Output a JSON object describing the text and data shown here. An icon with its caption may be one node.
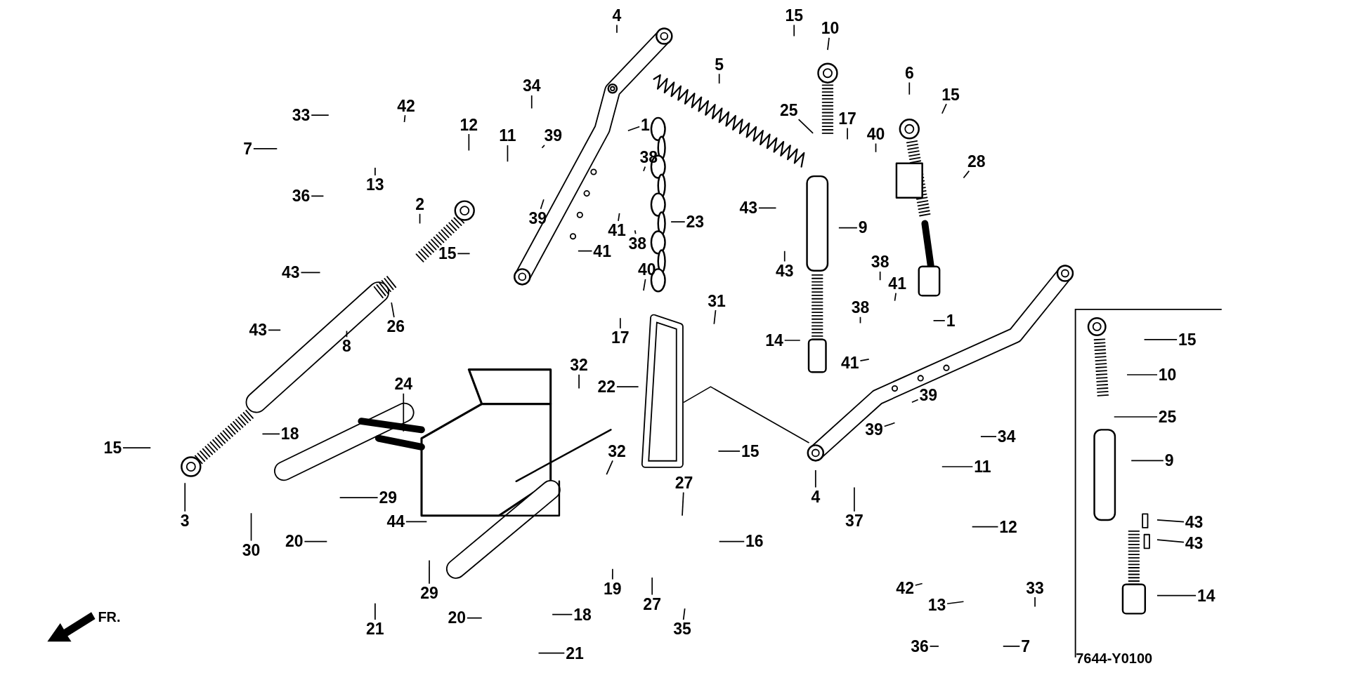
{
  "diagram": {
    "nodes": [
      {
        "text": [
          "4"
        ]
      },
      {
        "text": [
          "15"
        ]
      },
      {
        "text": [
          "10"
        ]
      },
      {
        "text": [
          "5"
        ]
      },
      {
        "text": [
          "6"
        ]
      },
      {
        "text": [
          "34"
        ]
      },
      {
        "text": [
          "15"
        ]
      },
      {
        "text": [
          "42"
        ]
      },
      {
        "text": [
          "33"
        ]
      },
      {
        "text": [
          "12"
        ]
      },
      {
        "text": [
          "1"
        ]
      },
      {
        "text": [
          "25"
        ]
      },
      {
        "text": [
          "11"
        ]
      },
      {
        "text": [
          "39"
        ]
      },
      {
        "text": [
          "17"
        ]
      },
      {
        "text": [
          "40"
        ]
      },
      {
        "text": [
          "7"
        ]
      },
      {
        "text": [
          "38"
        ]
      },
      {
        "text": [
          "28"
        ]
      },
      {
        "text": [
          "13"
        ]
      },
      {
        "text": [
          "36"
        ]
      },
      {
        "text": [
          "2"
        ]
      },
      {
        "text": [
          "39"
        ]
      },
      {
        "text": [
          "43"
        ]
      },
      {
        "text": [
          "23"
        ]
      },
      {
        "text": [
          "9"
        ]
      },
      {
        "text": [
          "41"
        ]
      },
      {
        "text": [
          "41"
        ]
      },
      {
        "text": [
          "38"
        ]
      },
      {
        "text": [
          "15"
        ]
      },
      {
        "text": [
          "43"
        ]
      },
      {
        "text": [
          "43"
        ]
      },
      {
        "text": [
          "40"
        ]
      },
      {
        "text": [
          "38"
        ]
      },
      {
        "text": [
          "41"
        ]
      },
      {
        "text": [
          "31"
        ]
      },
      {
        "text": [
          "38"
        ]
      },
      {
        "text": [
          "1"
        ]
      },
      {
        "text": [
          "26"
        ]
      },
      {
        "text": [
          "43"
        ]
      },
      {
        "text": [
          "8"
        ]
      },
      {
        "text": [
          "17"
        ]
      },
      {
        "text": [
          "14"
        ]
      },
      {
        "text": [
          "15"
        ]
      },
      {
        "text": [
          "41"
        ]
      },
      {
        "text": [
          "32"
        ]
      },
      {
        "text": [
          "24"
        ]
      },
      {
        "text": [
          "22"
        ]
      },
      {
        "text": [
          "10"
        ]
      },
      {
        "text": [
          "39"
        ]
      },
      {
        "text": [
          "25"
        ]
      },
      {
        "text": [
          "39"
        ]
      },
      {
        "text": [
          "34"
        ]
      },
      {
        "text": [
          "18"
        ]
      },
      {
        "text": [
          "15"
        ]
      },
      {
        "text": [
          "15"
        ]
      },
      {
        "text": [
          "32"
        ]
      },
      {
        "text": [
          "9"
        ]
      },
      {
        "text": [
          "11"
        ]
      },
      {
        "text": [
          "27"
        ]
      },
      {
        "text": [
          "29"
        ]
      },
      {
        "text": [
          "3"
        ]
      },
      {
        "text": [
          "4"
        ]
      },
      {
        "text": [
          "37"
        ]
      },
      {
        "text": [
          "44"
        ]
      },
      {
        "text": [
          "43"
        ]
      },
      {
        "text": [
          "12"
        ]
      },
      {
        "text": [
          "20"
        ]
      },
      {
        "text": [
          "16"
        ]
      },
      {
        "text": [
          "43"
        ]
      },
      {
        "text": [
          "30"
        ]
      },
      {
        "text": [
          "42"
        ]
      },
      {
        "text": [
          "33"
        ]
      },
      {
        "text": [
          "19"
        ]
      },
      {
        "text": [
          "29"
        ]
      },
      {
        "text": [
          "14"
        ]
      },
      {
        "text": [
          "27"
        ]
      },
      {
        "text": [
          "13"
        ]
      },
      {
        "text": [
          "20"
        ]
      },
      {
        "text": [
          "18"
        ]
      },
      {
        "text": [
          "21"
        ]
      },
      {
        "text": [
          "35"
        ]
      },
      {
        "text": [
          "36"
        ]
      },
      {
        "text": [
          "7"
        ]
      },
      {
        "text": [
          "21"
        ]
      }
    ],
    "edges": [
      {
        "from": 0,
        "to": null,
        "arrow": "none"
      },
      {
        "from": 1,
        "to": null,
        "arrow": "none"
      },
      {
        "from": 2,
        "to": null,
        "arrow": "none"
      },
      {
        "from": 3,
        "to": null,
        "arrow": "none"
      },
      {
        "from": 4,
        "to": null,
        "arrow": "none"
      },
      {
        "from": 5,
        "to": null,
        "arrow": "none"
      },
      {
        "from": 6,
        "to": null,
        "arrow": "none"
      },
      {
        "from": 7,
        "to": null,
        "arrow": "none"
      },
      {
        "from": 8,
        "to": null,
        "arrow": "none"
      },
      {
        "from": 9,
        "to": null,
        "arrow": "none"
      },
      {
        "from": 10,
        "to": null,
        "arrow": "none"
      },
      {
        "from": 11,
        "to": null,
        "arrow": "none"
      },
      {
        "from": 12,
        "to": null,
        "arrow": "none"
      },
      {
        "from": 13,
        "to": null,
        "arrow": "none"
      },
      {
        "from": 14,
        "to": null,
        "arrow": "none"
      },
      {
        "from": 15,
        "to": null,
        "arrow": "none"
      },
      {
        "from": 16,
        "to": null,
        "arrow": "none"
      },
      {
        "from": 17,
        "to": null,
        "arrow": "none"
      },
      {
        "from": 18,
        "to": null,
        "arrow": "none"
      },
      {
        "from": 19,
        "to": null,
        "arrow": "none"
      },
      {
        "from": 20,
        "to": null,
        "arrow": "none"
      },
      {
        "from": 21,
        "to": null,
        "arrow": "none"
      },
      {
        "from": 22,
        "to": null,
        "arrow": "none"
      },
      {
        "from": 23,
        "to": null,
        "arrow": "none"
      },
      {
        "from": 24,
        "to": null,
        "arrow": "none"
      },
      {
        "from": 25,
        "to": null,
        "arrow": "none"
      },
      {
        "from": 26,
        "to": null,
        "arrow": "none"
      },
      {
        "from": 27,
        "to": null,
        "arrow": "none"
      },
      {
        "from": 28,
        "to": null,
        "arrow": "none"
      },
      {
        "from": 29,
        "to": null,
        "arrow": "none"
      },
      {
        "from": 30,
        "to": null,
        "arrow": "none"
      },
      {
        "from": 31,
        "to": null,
        "arrow": "none"
      },
      {
        "from": 32,
        "to": null,
        "arrow": "none"
      },
      {
        "from": 33,
        "to": null,
        "arrow": "none"
      },
      {
        "from": 34,
        "to": null,
        "arrow": "none"
      },
      {
        "from": 35,
        "to": null,
        "arrow": "none"
      },
      {
        "from": 36,
        "to": null,
        "arrow": "none"
      },
      {
        "from": 37,
        "to": null,
        "arrow": "none"
      },
      {
        "from": 38,
        "to": null,
        "arrow": "none"
      },
      {
        "from": 39,
        "to": null,
        "arrow": "none"
      },
      {
        "from": 40,
        "to": null,
        "arrow": "none"
      },
      {
        "from": 41,
        "to": null,
        "arrow": "none"
      },
      {
        "from": 42,
        "to": null,
        "arrow": "none"
      },
      {
        "from": 43,
        "to": null,
        "arrow": "none"
      },
      {
        "from": 44,
        "to": null,
        "arrow": "none"
      },
      {
        "from": 45,
        "to": null,
        "arrow": "none"
      },
      {
        "from": 46,
        "to": null,
        "arrow": "none"
      },
      {
        "from": 47,
        "to": null,
        "arrow": "none"
      },
      {
        "from": 48,
        "to": null,
        "arrow": "none"
      },
      {
        "from": 49,
        "to": null,
        "arrow": "none"
      },
      {
        "from": 50,
        "to": null,
        "arrow": "none"
      },
      {
        "from": 51,
        "to": null,
        "arrow": "none"
      },
      {
        "from": 52,
        "to": null,
        "arrow": "none"
      },
      {
        "from": 53,
        "to": null,
        "arrow": "none"
      },
      {
        "from": 54,
        "to": null,
        "arrow": "none"
      },
      {
        "from": 55,
        "to": null,
        "arrow": "none"
      },
      {
        "from": 56,
        "to": null,
        "arrow": "none"
      },
      {
        "from": 57,
        "to": null,
        "arrow": "none"
      },
      {
        "from": 58,
        "to": null,
        "arrow": "none"
      },
      {
        "from": 59,
        "to": null,
        "arrow": "none"
      },
      {
        "from": 60,
        "to": null,
        "arrow": "none"
      },
      {
        "from": 61,
        "to": null,
        "arrow": "none"
      },
      {
        "from": 62,
        "to": null,
        "arrow": "none"
      },
      {
        "from": 63,
        "to": null,
        "arrow": "none"
      },
      {
        "from": 64,
        "to": null,
        "arrow": "none"
      },
      {
        "from": 65,
        "to": null,
        "arrow": "none"
      },
      {
        "from": 66,
        "to": null,
        "arrow": "none"
      },
      {
        "from": 67,
        "to": null,
        "arrow": "none"
      },
      {
        "from": 68,
        "to": null,
        "arrow": "none"
      },
      {
        "from": 69,
        "to": null,
        "arrow": "none"
      },
      {
        "from": 70,
        "to": null,
        "arrow": "none"
      },
      {
        "from": 71,
        "to": null,
        "arrow": "none"
      },
      {
        "from": 72,
        "to": null,
        "arrow": "none"
      },
      {
        "from": 73,
        "to": null,
        "arrow": "none"
      },
      {
        "from": 74,
        "to": null,
        "arrow": "none"
      },
      {
        "from": 75,
        "to": null,
        "arrow": "none"
      },
      {
        "from": 76,
        "to": null,
        "arrow": "none"
      },
      {
        "from": 77,
        "to": null,
        "arrow": "none"
      },
      {
        "from": 78,
        "to": null,
        "arrow": "none"
      },
      {
        "from": 79,
        "to": null,
        "arrow": "none"
      },
      {
        "from": 80,
        "to": null,
        "arrow": "none"
      },
      {
        "from": 81,
        "to": null,
        "arrow": "none"
      },
      {
        "from": 82,
        "to": null,
        "arrow": "none"
      },
      {
        "from": 83,
        "to": null,
        "arrow": "none"
      },
      {
        "from": 84,
        "to": null,
        "arrow": "none"
      }
    ],
    "labels": [
      "FR.",
      "7644-Y0100"
    ]
  }
}
